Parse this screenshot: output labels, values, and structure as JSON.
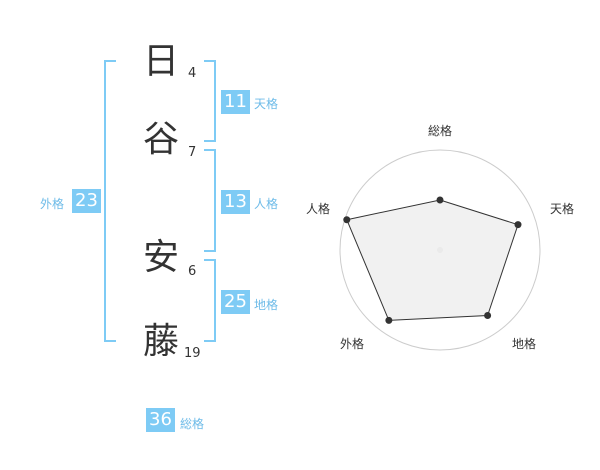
{
  "name": {
    "chars": [
      {
        "char": "日",
        "strokes": "4"
      },
      {
        "char": "谷",
        "strokes": "7"
      },
      {
        "char": "安",
        "strokes": "6"
      },
      {
        "char": "藤",
        "strokes": "19"
      }
    ]
  },
  "grids": {
    "tenkaku": {
      "value": "11",
      "label": "天格"
    },
    "jinkaku": {
      "value": "13",
      "label": "人格"
    },
    "chikaku": {
      "value": "25",
      "label": "地格"
    },
    "gaikaku": {
      "value": "23",
      "label": "外格"
    },
    "soukaku": {
      "value": "36",
      "label": "総格"
    }
  },
  "radar": {
    "labels": {
      "soukaku": "総格",
      "tenkaku": "天格",
      "chikaku": "地格",
      "gaikaku": "外格",
      "jinkaku": "人格"
    },
    "levels": {
      "soukaku": 0.5,
      "tenkaku": 0.82,
      "chikaku": 0.81,
      "gaikaku": 0.87,
      "jinkaku": 0.98
    },
    "rings": 4,
    "fill_color": "#eeeeee",
    "line_color": "#333333",
    "ring_color": "#cccccc"
  }
}
